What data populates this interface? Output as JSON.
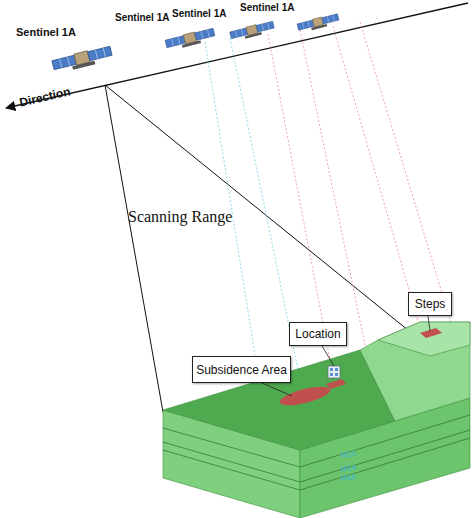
{
  "diagram": {
    "nodes": [
      {
        "text": [
          "Subsidence Area"
        ]
      },
      {
        "text": [
          "Location"
        ]
      },
      {
        "text": [
          "Steps"
        ]
      }
    ],
    "labels": [
      "Sentinel 1A",
      "Sentinel 1A",
      "Sentinel 1A",
      "Sentinel 1A",
      "Direction",
      "Scanning Range",
      "M10",
      "M14",
      "M16"
    ]
  }
}
